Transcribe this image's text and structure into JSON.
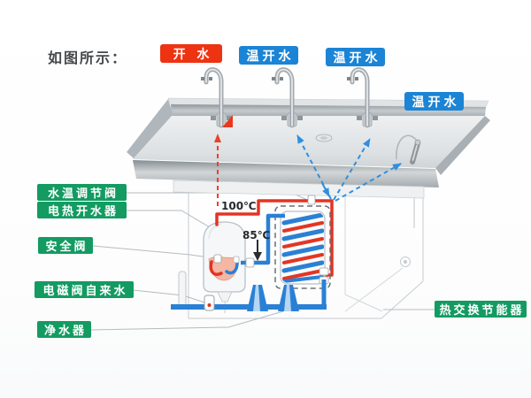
{
  "title": "如图所示：",
  "outlet_labels": [
    {
      "text": "开 水",
      "type": "boiling-water",
      "bg": "#ee3312"
    },
    {
      "text": "温开水",
      "type": "warm-water",
      "bg": "#1b84d5"
    },
    {
      "text": "温开水",
      "type": "warm-water",
      "bg": "#1b84d5"
    },
    {
      "text": "温开水",
      "type": "warm-water",
      "bg": "#1b84d5"
    }
  ],
  "component_labels": [
    {
      "text": "水温调节阀",
      "bg": "#139b62"
    },
    {
      "text": "电热开水器",
      "bg": "#139b62"
    },
    {
      "text": "安全阀",
      "bg": "#139b62"
    },
    {
      "text": "电磁阀自来水",
      "bg": "#139b62"
    },
    {
      "text": "净水器",
      "bg": "#139b62"
    },
    {
      "text": "热交换节能器",
      "bg": "#139b62"
    }
  ],
  "temperatures": {
    "boiler": "100℃",
    "mixed": "85℃"
  },
  "colors": {
    "boiling_label": "#ee3312",
    "warm_label": "#1b84d5",
    "component_label": "#139b62",
    "hot_pipe": "#e63222",
    "cold_pipe": "#2a80d5",
    "tank_heating_chamber": "#f3b7a4"
  }
}
